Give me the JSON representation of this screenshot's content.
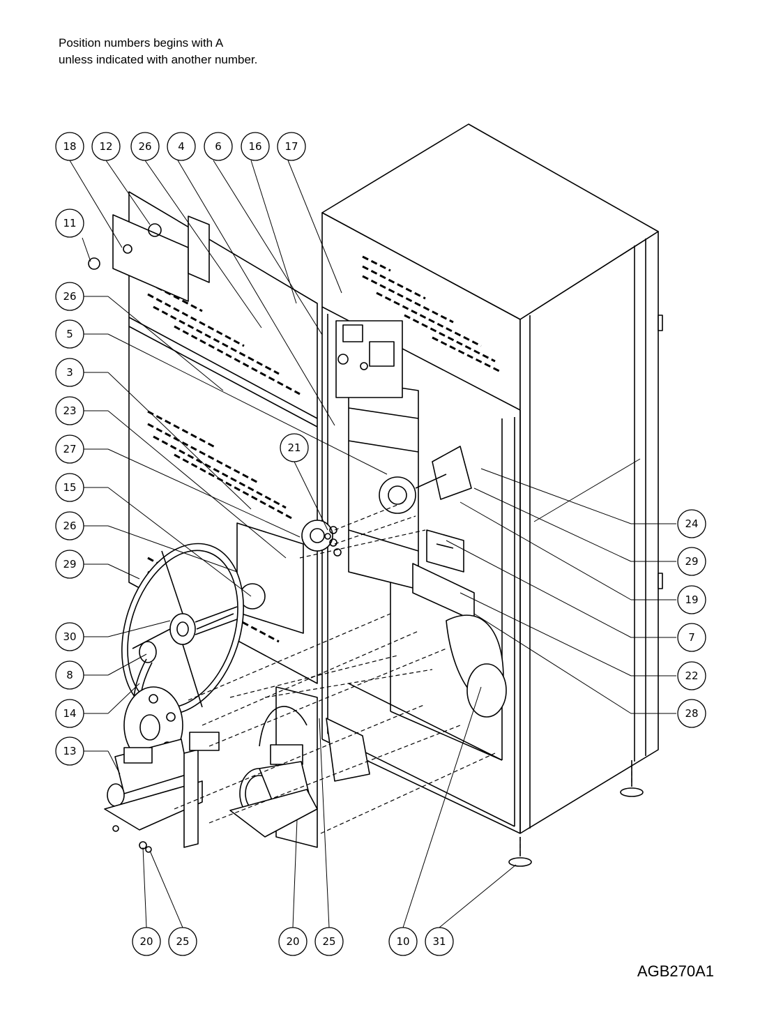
{
  "note": {
    "line1": "Position numbers begins with A",
    "line2": "unless indicated with another number."
  },
  "doc_id": "AGB270A1",
  "callouts": {
    "top": [
      "18",
      "12",
      "26",
      "4",
      "6",
      "16",
      "17"
    ],
    "left": [
      "11",
      "26",
      "5",
      "3",
      "23",
      "27",
      "15",
      "26",
      "29",
      "30",
      "8",
      "14",
      "13"
    ],
    "mid": [
      "21"
    ],
    "right": [
      "24",
      "29",
      "19",
      "7",
      "22",
      "28"
    ],
    "bottom": [
      "20",
      "25",
      "20",
      "25",
      "10",
      "31"
    ]
  }
}
